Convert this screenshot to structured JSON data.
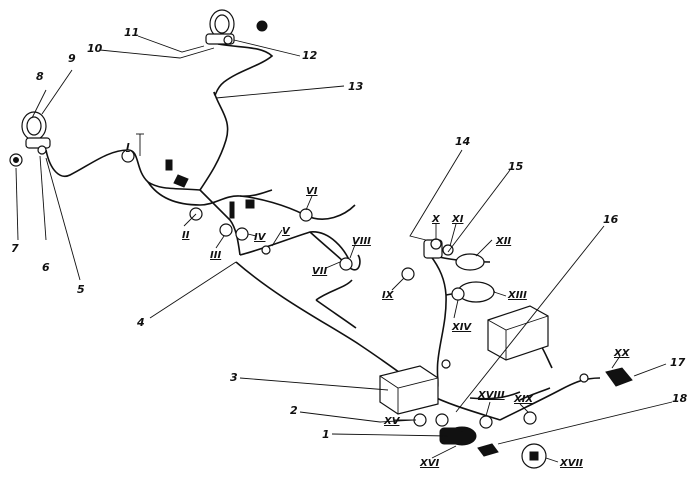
{
  "diagram": {
    "numeric_labels": [
      "1",
      "2",
      "3",
      "4",
      "5",
      "6",
      "7",
      "8",
      "9",
      "10",
      "11",
      "12",
      "13",
      "14",
      "15",
      "16",
      "17",
      "18"
    ],
    "roman_labels": [
      "I",
      "II",
      "III",
      "IV",
      "V",
      "VI",
      "VII",
      "VIII",
      "IX",
      "X",
      "XI",
      "XII",
      "XIII",
      "XIV",
      "XV",
      "XVI",
      "XVII",
      "XVIII",
      "XIX",
      "XX"
    ]
  }
}
